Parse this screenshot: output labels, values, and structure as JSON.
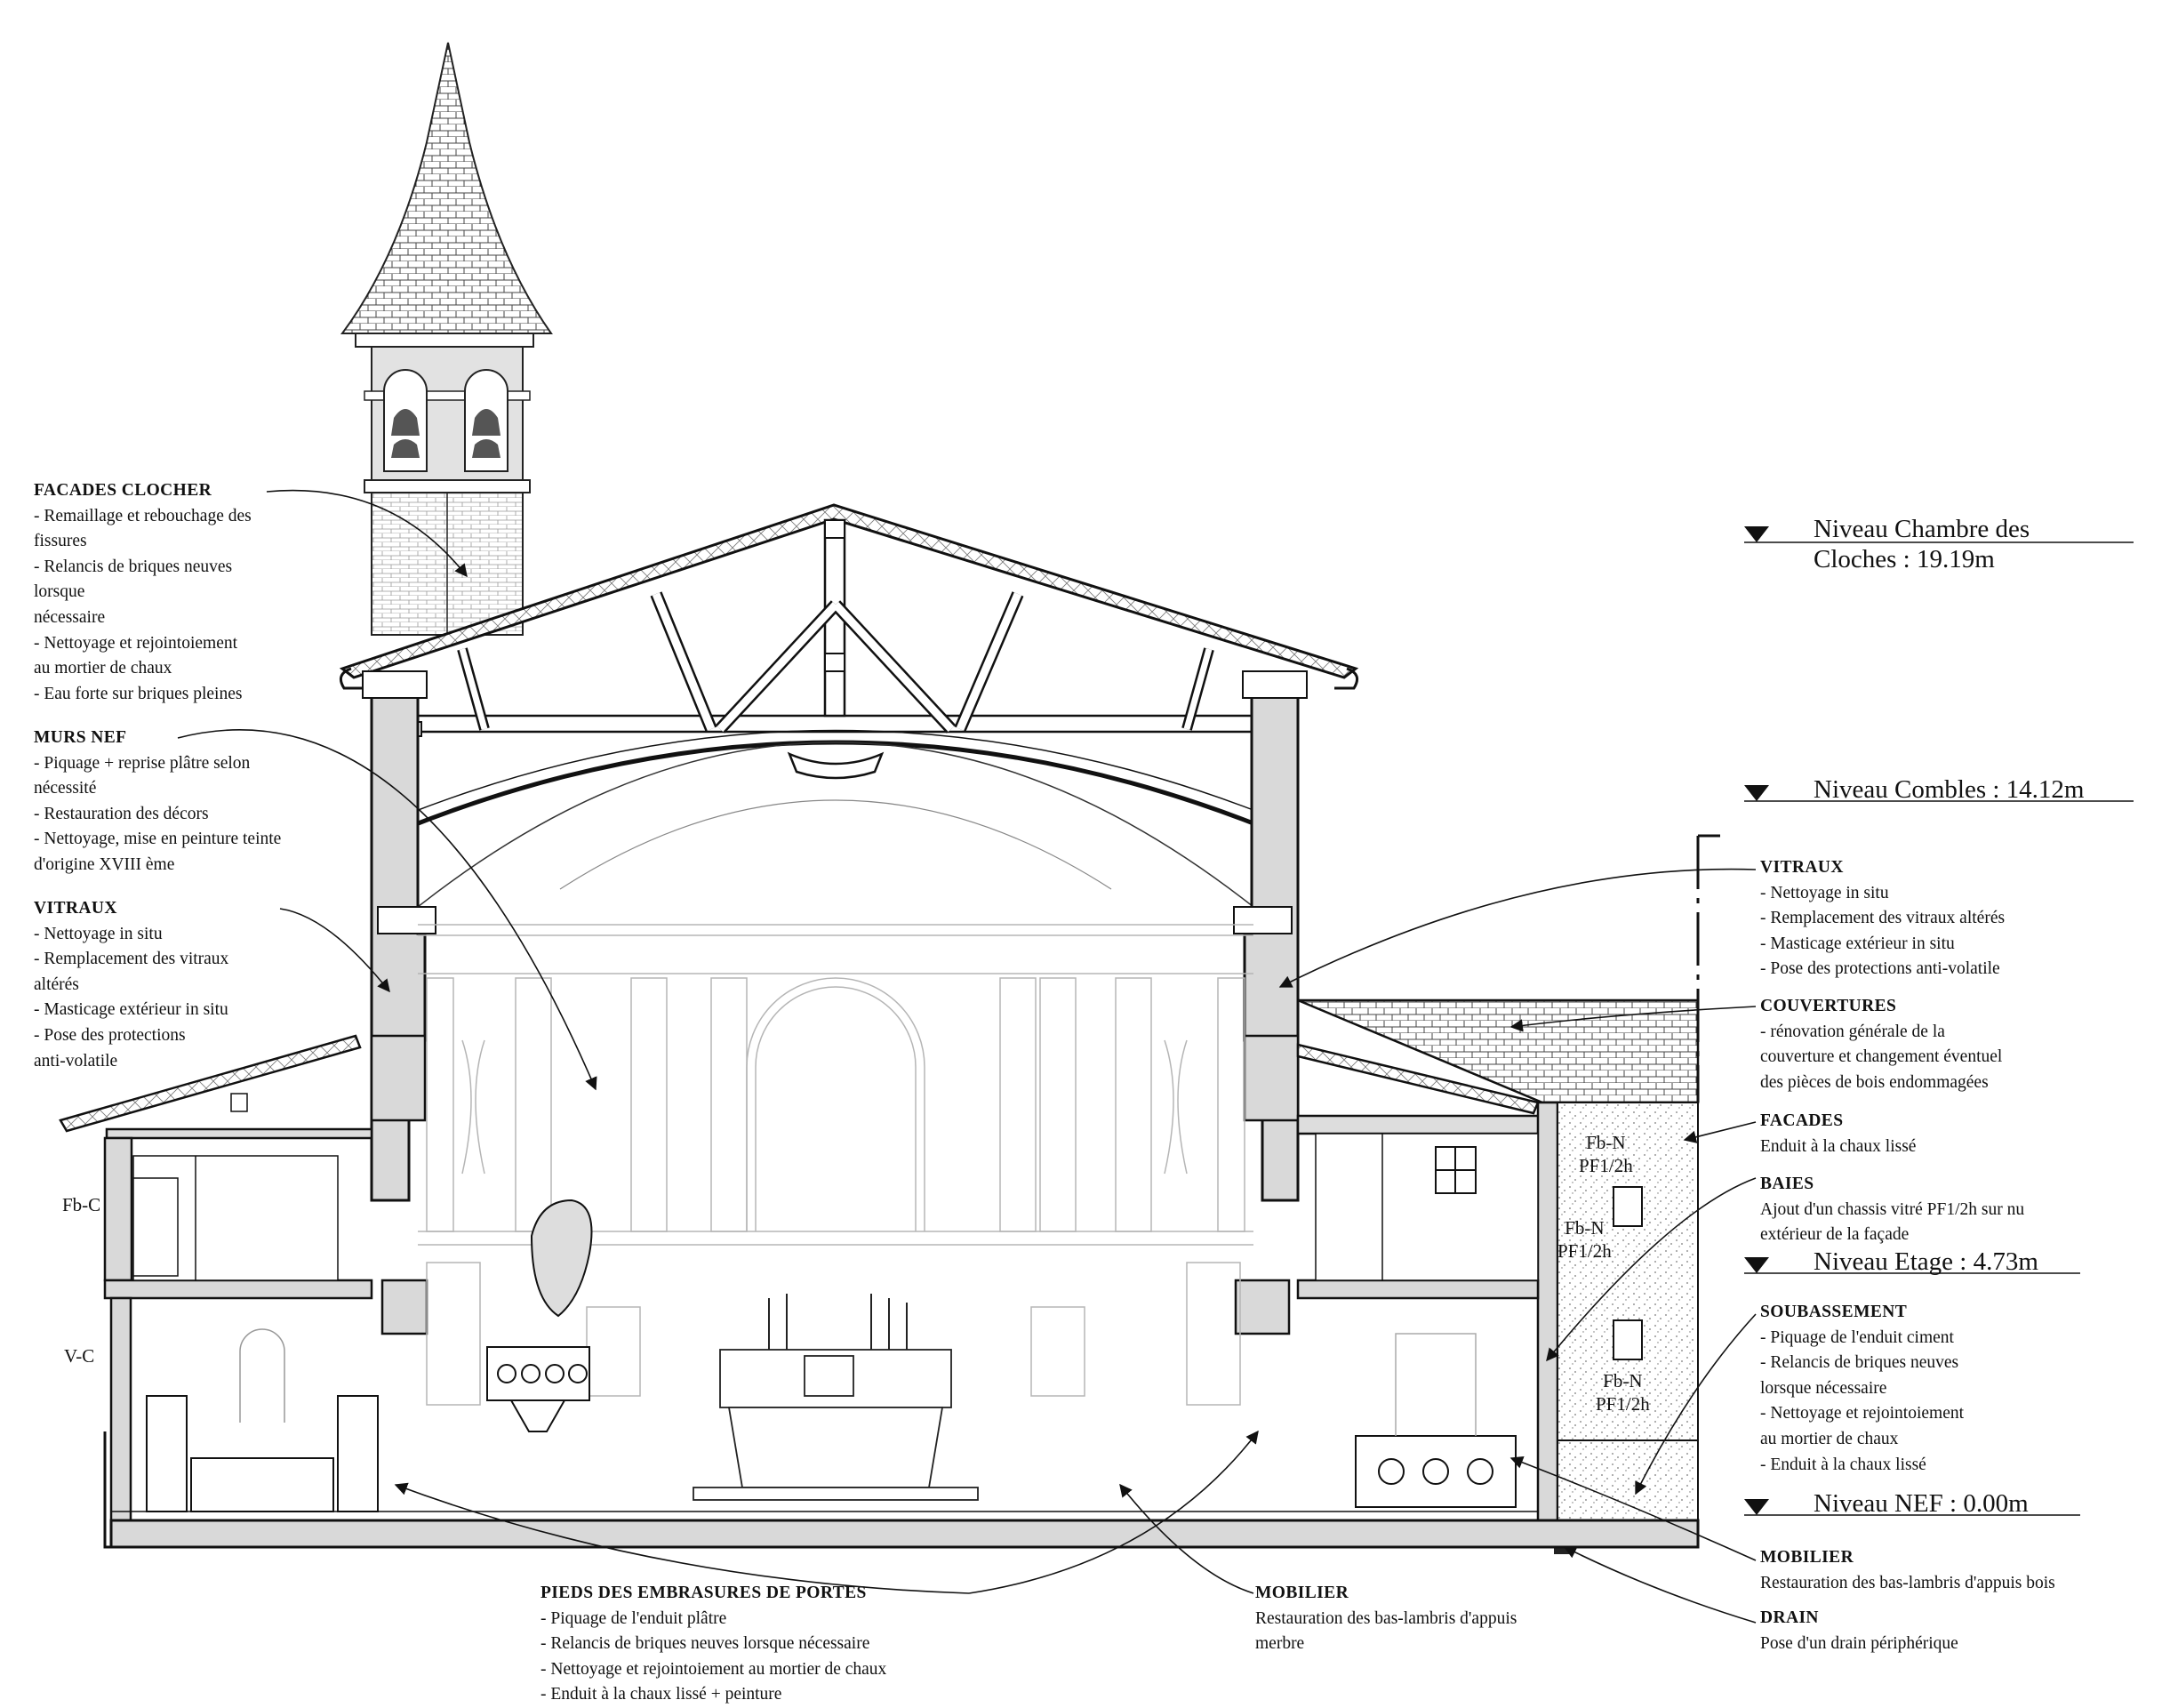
{
  "title": "",
  "colors": {
    "ink": "#1a1a1a",
    "wall": "#d9d9d9",
    "ghost": "#b8b8b8",
    "render": "#e8e8e8"
  },
  "levels": [
    {
      "id": "chambre",
      "line1": "Niveau Chambre des",
      "line2": "Cloches : 19.19m"
    },
    {
      "id": "combles",
      "line1": "Niveau Combles : 14.12m"
    },
    {
      "id": "etage",
      "line1": "Niveau Etage : 4.73m"
    },
    {
      "id": "nef",
      "line1": "Niveau NEF : 0.00m"
    }
  ],
  "tags": {
    "fb_c": "Fb-C",
    "v_c": "V-C",
    "fb_n": "Fb-N",
    "pf": "PF1/2h"
  },
  "notes": {
    "facades_clocher": {
      "title": "FACADES CLOCHER",
      "lines": [
        "- Remaillage et rebouchage des",
        "fissures",
        "- Relancis de briques neuves",
        "lorsque",
        "nécessaire",
        "- Nettoyage et rejointoiement",
        "au mortier de chaux",
        "- Eau forte sur briques pleines"
      ]
    },
    "murs_nef": {
      "title": "MURS NEF",
      "lines": [
        "- Piquage + reprise plâtre selon",
        "nécessité",
        "- Restauration des décors",
        "- Nettoyage, mise en peinture teinte",
        "d'origine XVIII ème"
      ]
    },
    "vitraux_left": {
      "title": "VITRAUX",
      "lines": [
        "- Nettoyage in situ",
        "- Remplacement des vitraux",
        "altérés",
        "- Masticage extérieur in situ",
        "- Pose des protections",
        "anti-volatile"
      ]
    },
    "vitraux_right": {
      "title": "VITRAUX",
      "lines": [
        "- Nettoyage in situ",
        "- Remplacement des vitraux altérés",
        "- Masticage extérieur in situ",
        "- Pose des protections anti-volatile"
      ]
    },
    "couvertures": {
      "title": "COUVERTURES",
      "lines": [
        "- rénovation générale de la",
        "couverture et changement éventuel",
        "des pièces de bois endommagées"
      ]
    },
    "facades": {
      "title": "FACADES",
      "lines": [
        "Enduit à la chaux lissé"
      ]
    },
    "baies": {
      "title": "BAIES",
      "lines": [
        "Ajout d'un chassis vitré PF1/2h sur nu",
        "extérieur de la façade"
      ]
    },
    "soubassement": {
      "title": "SOUBASSEMENT",
      "lines": [
        "- Piquage de l'enduit ciment",
        "- Relancis de briques neuves",
        "lorsque nécessaire",
        "- Nettoyage et rejointoiement",
        "au mortier de chaux",
        "- Enduit à la chaux lissé"
      ]
    },
    "mobilier_right": {
      "title": "MOBILIER",
      "lines": [
        "Restauration des bas-lambris d'appuis bois"
      ]
    },
    "drain": {
      "title": "DRAIN",
      "lines": [
        "Pose d'un drain périphérique"
      ]
    },
    "mobilier_center": {
      "title": "MOBILIER",
      "lines": [
        "Restauration des bas-lambris d'appuis",
        "merbre"
      ]
    },
    "pieds": {
      "title": "PIEDS DES EMBRASURES DE PORTES",
      "lines": [
        "- Piquage de l'enduit plâtre",
        "- Relancis de briques neuves lorsque nécessaire",
        "- Nettoyage et rejointoiement au mortier de chaux",
        "- Enduit à la chaux lissé + peinture"
      ]
    }
  }
}
